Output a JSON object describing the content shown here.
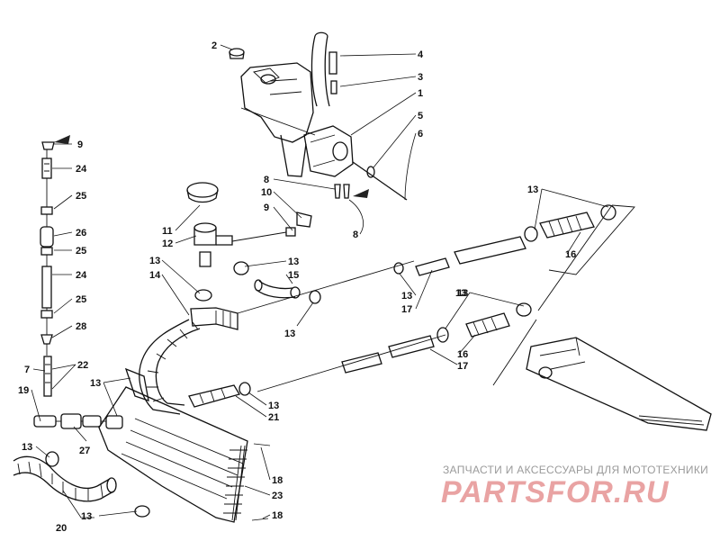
{
  "diagram": {
    "callouts": [
      {
        "id": "c2",
        "text": "2"
      },
      {
        "id": "c4",
        "text": "4"
      },
      {
        "id": "c3",
        "text": "3"
      },
      {
        "id": "c1",
        "text": "1"
      },
      {
        "id": "c5",
        "text": "5"
      },
      {
        "id": "c6",
        "text": "6"
      },
      {
        "id": "c9a",
        "text": "9"
      },
      {
        "id": "c24a",
        "text": "24"
      },
      {
        "id": "c25a",
        "text": "25"
      },
      {
        "id": "c26",
        "text": "26"
      },
      {
        "id": "c25b",
        "text": "25"
      },
      {
        "id": "c24b",
        "text": "24"
      },
      {
        "id": "c25c",
        "text": "25"
      },
      {
        "id": "c28",
        "text": "28"
      },
      {
        "id": "c7",
        "text": "7"
      },
      {
        "id": "c22",
        "text": "22"
      },
      {
        "id": "c19",
        "text": "19"
      },
      {
        "id": "c27",
        "text": "27"
      },
      {
        "id": "c13a",
        "text": "13"
      },
      {
        "id": "c20",
        "text": "20"
      },
      {
        "id": "c13b",
        "text": "13"
      },
      {
        "id": "c8a",
        "text": "8"
      },
      {
        "id": "c10",
        "text": "10"
      },
      {
        "id": "c9b",
        "text": "9"
      },
      {
        "id": "c8b",
        "text": "8"
      },
      {
        "id": "c11",
        "text": "11"
      },
      {
        "id": "c12",
        "text": "12"
      },
      {
        "id": "c13c",
        "text": "13"
      },
      {
        "id": "c14",
        "text": "14"
      },
      {
        "id": "c13d",
        "text": "13"
      },
      {
        "id": "c15",
        "text": "15"
      },
      {
        "id": "c13e",
        "text": "13"
      },
      {
        "id": "c13f",
        "text": "13"
      },
      {
        "id": "c13g",
        "text": "13"
      },
      {
        "id": "c21",
        "text": "21"
      },
      {
        "id": "c18a",
        "text": "18"
      },
      {
        "id": "c23",
        "text": "23"
      },
      {
        "id": "c18b",
        "text": "18"
      },
      {
        "id": "c13h",
        "text": "13"
      },
      {
        "id": "c13i",
        "text": "13"
      },
      {
        "id": "c16a",
        "text": "16"
      },
      {
        "id": "c13j",
        "text": "13"
      },
      {
        "id": "c17a",
        "text": "17"
      },
      {
        "id": "c13k",
        "text": "13"
      },
      {
        "id": "c16b",
        "text": "16"
      },
      {
        "id": "c17b",
        "text": "17"
      }
    ]
  },
  "watermark": {
    "subtitle": "ЗАПЧАСТИ И АКСЕССУАРЫ ДЛЯ МОТОТЕХНИКИ",
    "logo": "PARTSFOR.RU"
  }
}
